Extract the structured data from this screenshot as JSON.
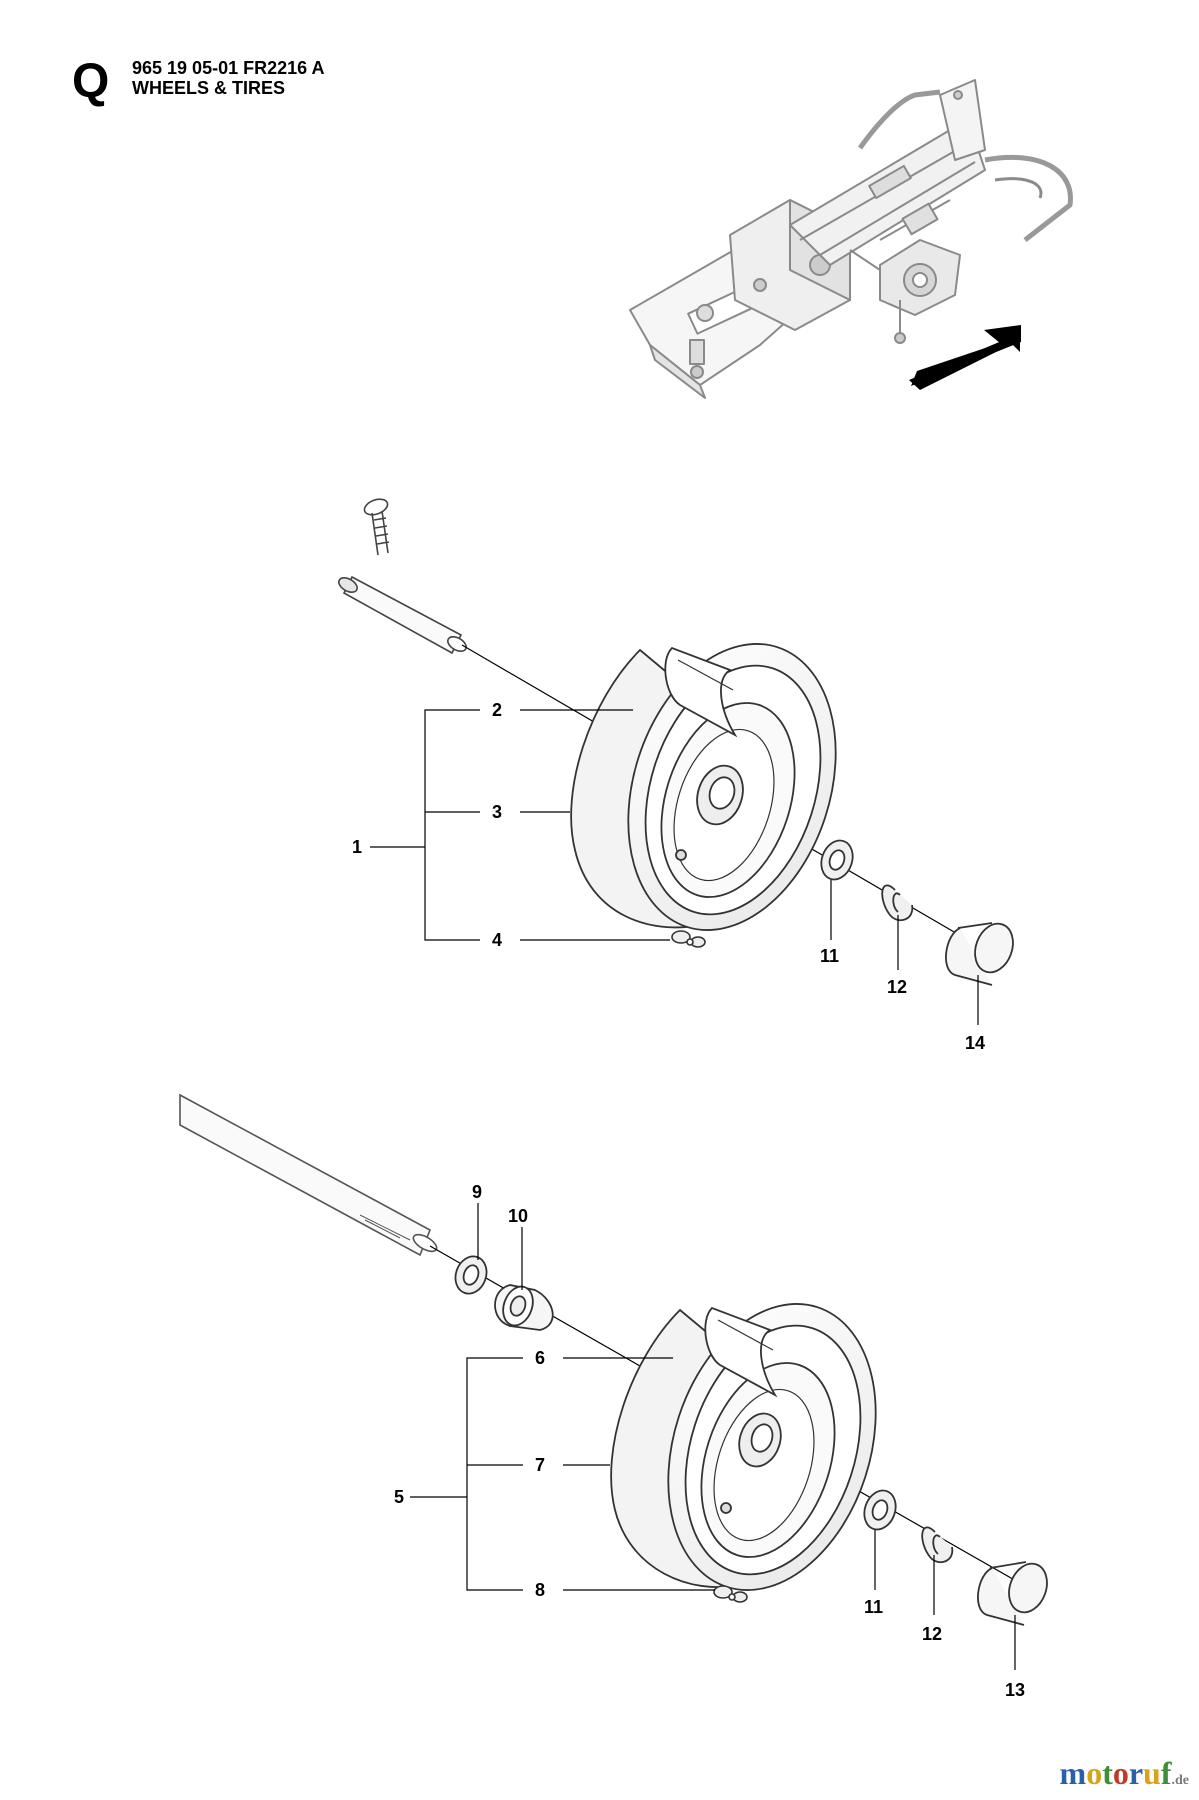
{
  "header": {
    "section_letter": "Q",
    "part_number": "965 19 05-01 FR2216 A",
    "title": "WHEELS & TIRES"
  },
  "callouts": {
    "c1": "1",
    "c2": "2",
    "c3": "3",
    "c4": "4",
    "c5": "5",
    "c6": "6",
    "c7": "7",
    "c8": "8",
    "c9": "9",
    "c10": "10",
    "c11a": "11",
    "c12a": "12",
    "c13": "13",
    "c14": "14",
    "c11b": "11",
    "c12b": "12"
  },
  "watermark": {
    "letters": [
      "m",
      "o",
      "t",
      "o",
      "r",
      "u",
      "f"
    ],
    "colors": [
      "#2b5fa8",
      "#d9a21b",
      "#3f8f3a",
      "#c0392b",
      "#2b5fa8",
      "#d9a21b",
      "#3f8f3a"
    ],
    "domain": ".de"
  },
  "icons": {
    "arrow": "direction-arrow-icon"
  }
}
